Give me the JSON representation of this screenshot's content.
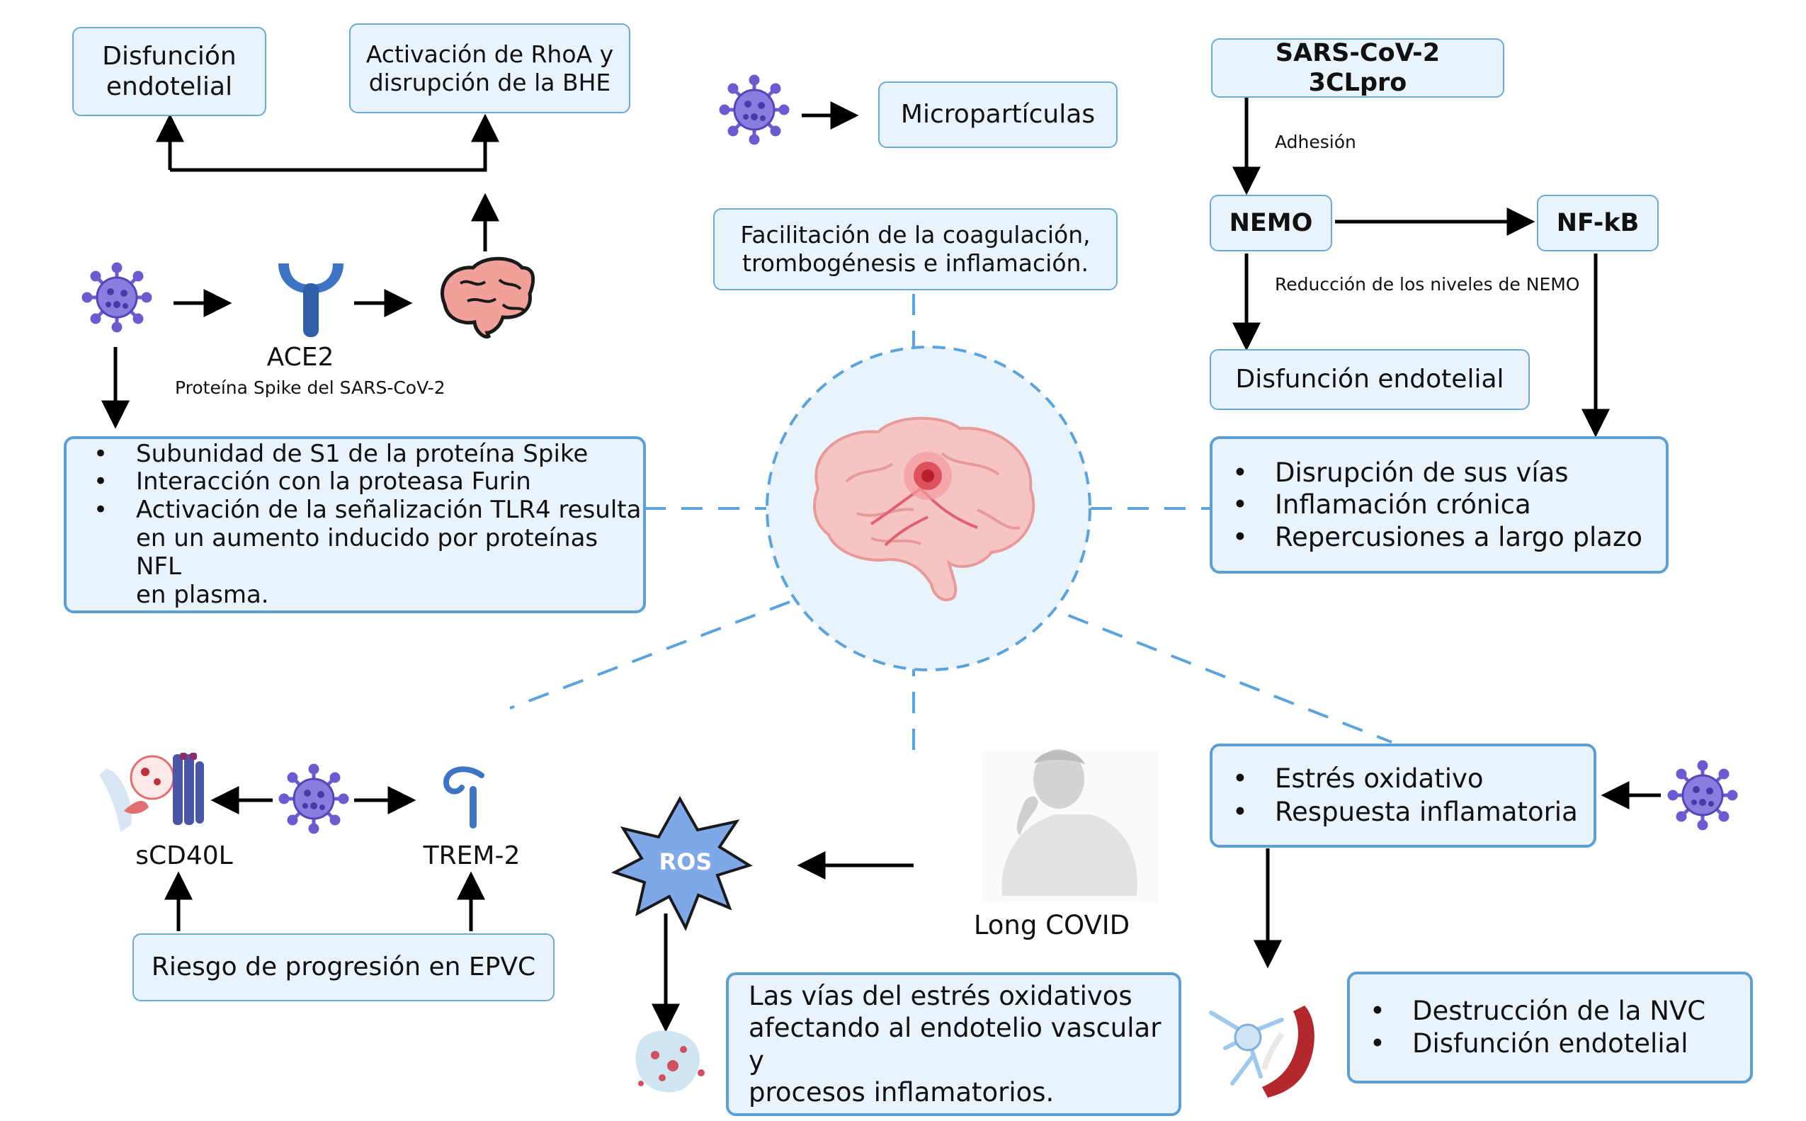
{
  "colors": {
    "box_fill": "#e9f3fb",
    "box_border": "#6aaad7",
    "dash": "#5aa3dc",
    "virus": "#6b5bd0",
    "ace2": "#3d74c4",
    "brain_pink": "#f4b6b3",
    "ros": "#7fa8e8"
  },
  "top_left": {
    "disfuncion_endotelial": "Disfunción\nendotelial",
    "rhoa": "Activación de RhoA y\ndisrupción de la BHE",
    "ace2_label": "ACE2",
    "spike_label": "Proteína Spike del SARS-CoV-2",
    "bullets": [
      "Subunidad de S1 de la proteína Spike",
      "Interacción con la proteasa Furin",
      "Activación de la señalización TLR4 resulta\nen un aumento inducido por proteínas NFL\nen plasma."
    ]
  },
  "top_center": {
    "microparticulas": "Micropartículas",
    "coagulacion": "Facilitación de la coagulación,\ntrombogénesis e inflamación."
  },
  "top_right": {
    "sars_3clpro": "SARS-CoV-2  3CLpro",
    "adhesion": "Adhesión",
    "nemo": "NEMO",
    "nfkb": "NF-kB",
    "reduccion": "Reducción de los niveles de NEMO",
    "disfuncion_endotelial": "Disfunción endotelial",
    "bullets": [
      "Disrupción de sus vías",
      "Inflamación crónica",
      "Repercusiones a largo plazo"
    ]
  },
  "bottom_left": {
    "scd40l": "sCD40L",
    "trem2": "TREM-2",
    "riesgo": "Riesgo de progresión en EPVC"
  },
  "bottom_center": {
    "ros": "ROS",
    "long_covid": "Long COVID",
    "vias_estres": "Las vías del estrés oxidativos\nafectando al endotelio vascular y\nprocesos inflamatorios."
  },
  "bottom_right": {
    "bullets_top": [
      "Estrés oxidativo",
      "Respuesta inflamatoria"
    ],
    "bullets_bottom": [
      "Destrucción de la NVC",
      "Disfunción endotelial"
    ]
  },
  "bullet_char": "•"
}
